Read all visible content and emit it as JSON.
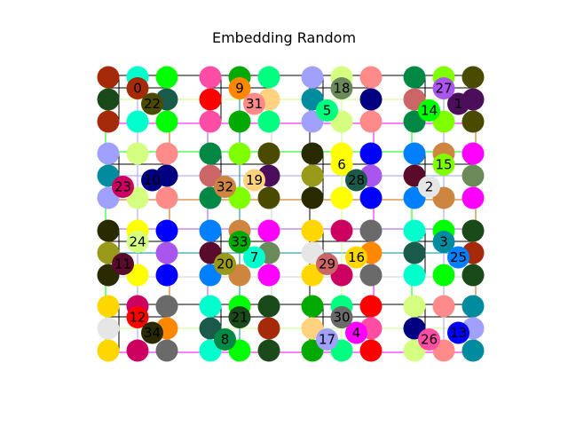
{
  "title": "Embedding Random",
  "node_colors": [
    "#a52a0a",
    "#4b0e5a",
    "#e6e6e6",
    "#008c9e",
    "#ff00ff",
    "#00ff80",
    "#ffff00",
    "#00ffcc",
    "#008844",
    "#ff8800",
    "#000080",
    "#5a0a2a",
    "#ff0000",
    "#0000ff",
    "#00ff00",
    "#7fff00",
    "#ffd700",
    "#a0a0ff",
    "#6a8a5a",
    "#ffd27f",
    "#9a9a1a",
    "#1a4a1a",
    "#4a4a00",
    "#cc0060",
    "#d4ff80",
    "#0080ff",
    "#ff4da6",
    "#aa55ee",
    "#1a5a4a",
    "#cc6666",
    "#6a6a6a",
    "#ff8a8a",
    "#cd853f",
    "#00aa00",
    "#2a2a00"
  ],
  "edge_colors": [
    "#000000",
    "#c8ff80",
    "#ff00ff",
    "#00ff00",
    "#a0a0ff",
    "#cc6600",
    "#aa55ee",
    "#008c9e",
    "#d0d0d0"
  ],
  "graph": {
    "node_labels": [
      "0",
      "1",
      "2",
      "3",
      "4",
      "5",
      "6",
      "7",
      "8",
      "9",
      "10",
      "11",
      "12",
      "13",
      "14",
      "15",
      "16",
      "17",
      "18",
      "19",
      "20",
      "21",
      "22",
      "23",
      "24",
      "25",
      "26",
      "27",
      "28",
      "29",
      "30",
      "31",
      "32",
      "33",
      "34"
    ]
  }
}
